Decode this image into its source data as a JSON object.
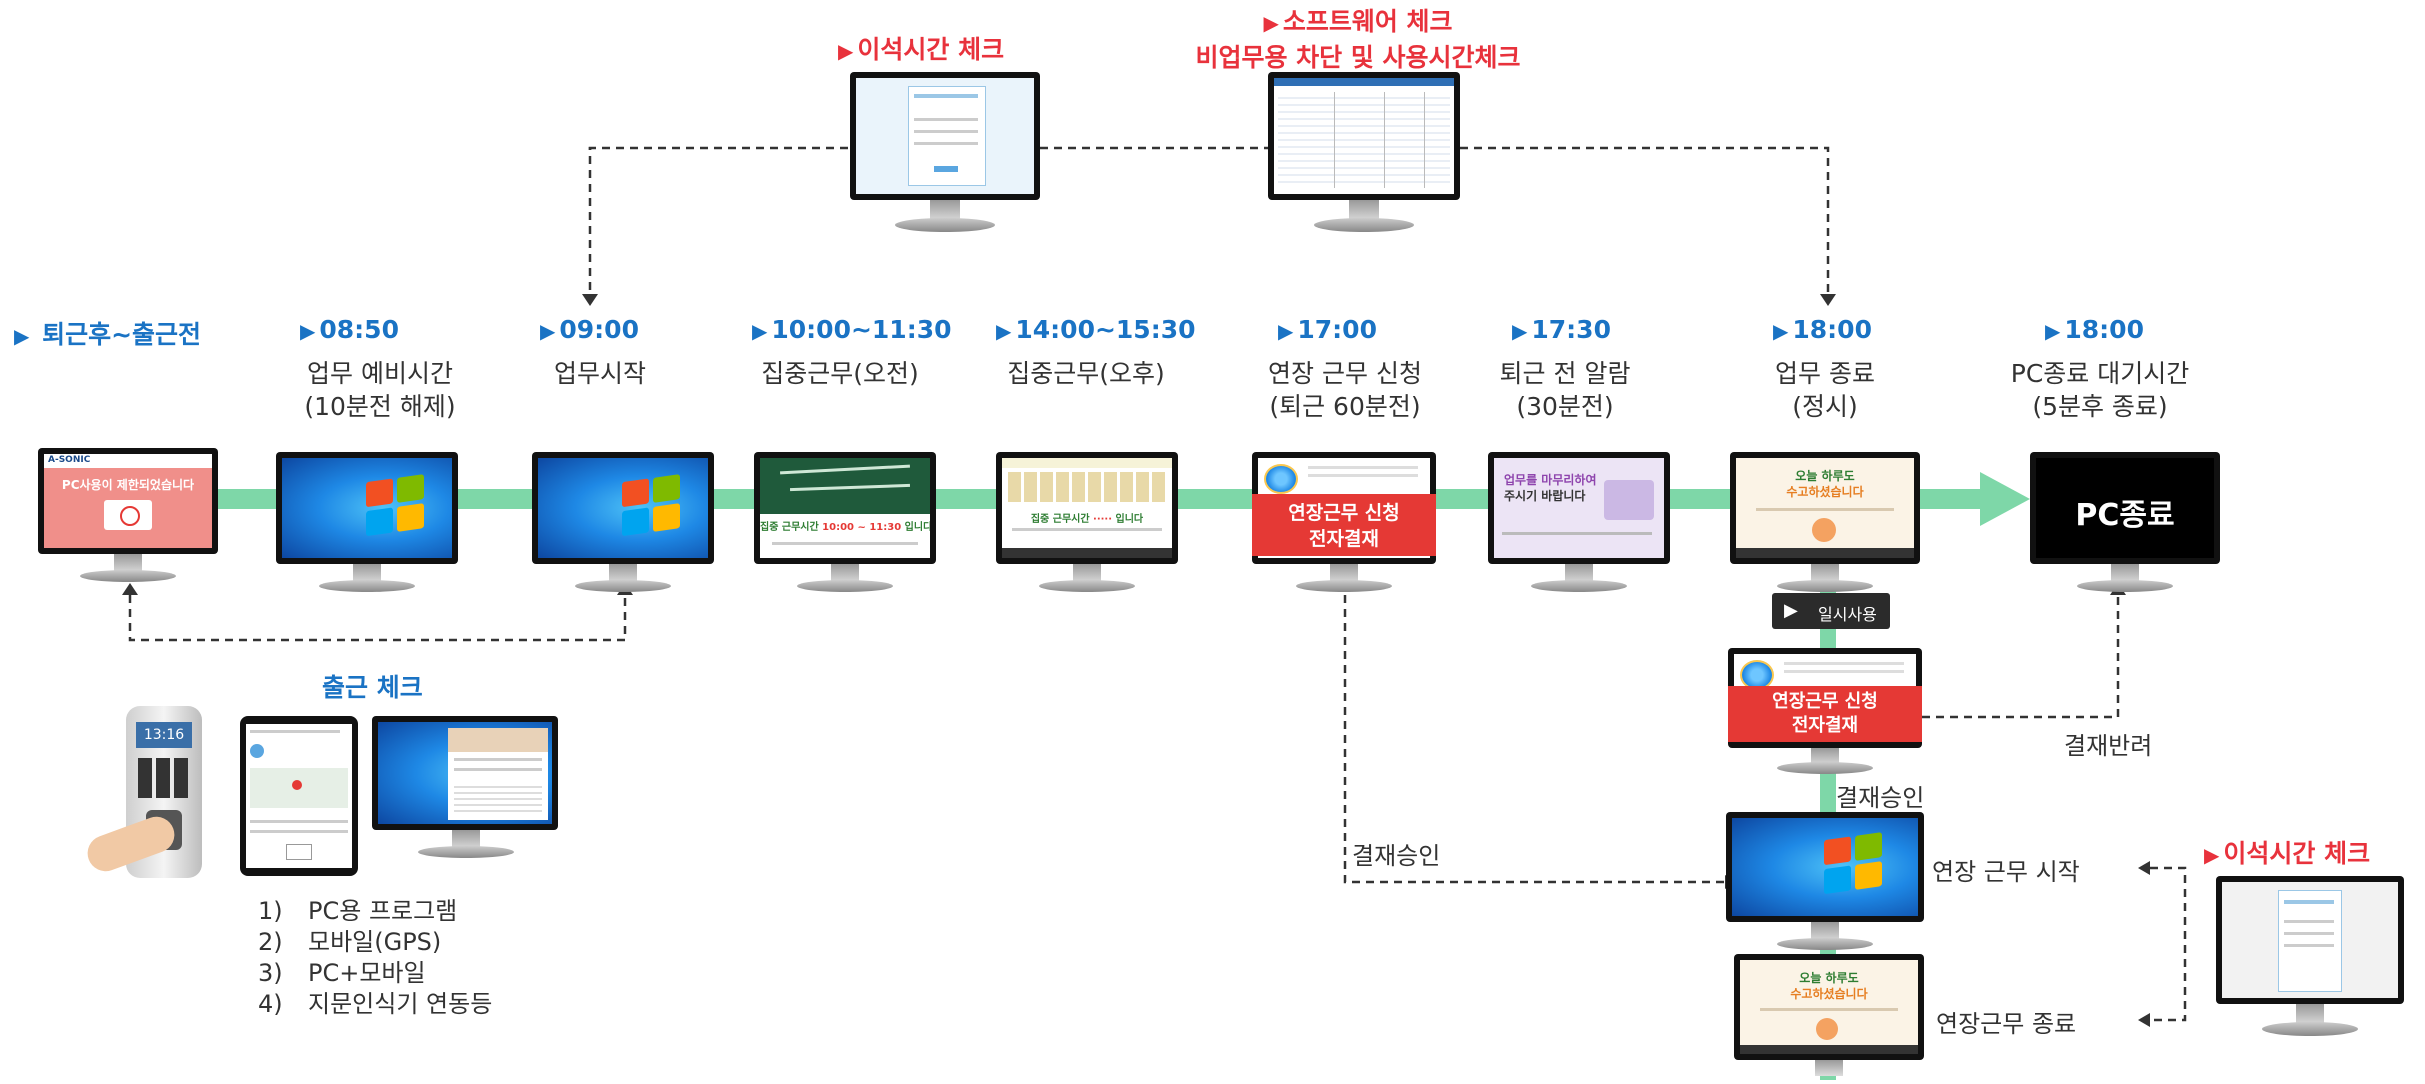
{
  "top_labels": {
    "away_check_top": "이석시간 체크",
    "software_check_line1": "소프트웨어 체크",
    "software_check_line2": "비업무용 차단 및 사용시간체크"
  },
  "timeline": [
    {
      "time": "퇴근후~출근전",
      "desc1": "",
      "desc2": ""
    },
    {
      "time": "08:50",
      "desc1": "업무 예비시간",
      "desc2": "(10분전 해제)"
    },
    {
      "time": "09:00",
      "desc1": "업무시작",
      "desc2": ""
    },
    {
      "time": "10:00~11:30",
      "desc1": "집중근무(오전)",
      "desc2": ""
    },
    {
      "time": "14:00~15:30",
      "desc1": "집중근무(오후)",
      "desc2": ""
    },
    {
      "time": "17:00",
      "desc1": "연장 근무 신청",
      "desc2": "(퇴근 60분전)"
    },
    {
      "time": "17:30",
      "desc1": "퇴근 전 알람",
      "desc2": "(30분전)"
    },
    {
      "time": "18:00",
      "desc1": "업무 종료",
      "desc2": "(정시)"
    },
    {
      "time": "18:00",
      "desc1": "PC종료 대기시간",
      "desc2": "(5분후 종료)"
    }
  ],
  "screens": {
    "restricted_brand": "A-SONIC",
    "restricted_text": "PC사용이 제한되었습니다",
    "focus_am_title": "집중 근무시간",
    "focus_am_time": "10:00 ~ 11:30",
    "focus_am_suffix": "입니다",
    "focus_pm_title": "집중 근무시간",
    "focus_pm_suffix": "입니다",
    "overtime_request_line1": "연장근무 신청",
    "overtime_request_line2": "전자결재",
    "alarm_line1": "업무를 마무리하여",
    "alarm_line2": "주시기 바랍니다",
    "end_line1": "오늘 하루도",
    "end_line2": "수고하셨습니다",
    "pc_end": "PC종료",
    "overtime_request2_line1": "연장근무 신청",
    "overtime_request2_line2": "전자결재"
  },
  "pause_button": "일시사용",
  "flow_labels": {
    "reject": "결재반려",
    "approve_right": "결재승인",
    "approve_left": "결재승인",
    "overtime_start": "연장 근무 시작",
    "overtime_end": "연장근무 종료",
    "away_check_right": "이석시간 체크"
  },
  "checkin": {
    "title": "출근 체크",
    "methods": [
      "PC용 프로그램",
      "모바일(GPS)",
      "PC+모바일",
      "지문인식기 연동등"
    ],
    "fingerprint_time": "13:16"
  },
  "colors": {
    "accent_red": "#e8323c",
    "accent_blue": "#1a73c4",
    "flow_green": "#7ed7a8",
    "box_red": "#e53935"
  }
}
